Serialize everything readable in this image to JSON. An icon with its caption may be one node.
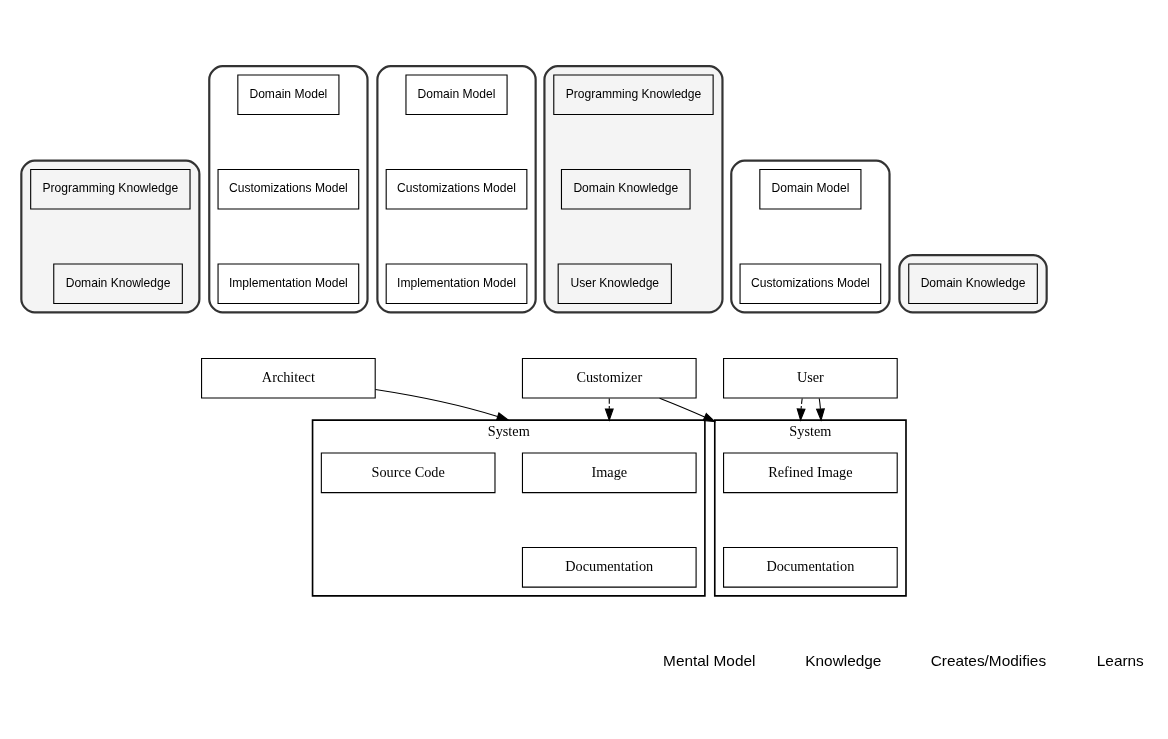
{
  "diagram": {
    "nodes": [
      {
        "text": [],
        "shape": "cloud"
      },
      {
        "text": [
          "Domain Model"
        ],
        "in": 0
      },
      {
        "text": [
          "Customizations Model"
        ],
        "in": 0
      },
      {
        "text": [
          "Implementation Model"
        ],
        "in": 0
      },
      {
        "text": [],
        "shape": "cylinder"
      },
      {
        "text": [
          "Programming Knowledge"
        ],
        "in": 4
      },
      {
        "text": [
          "Domain Knowledge"
        ],
        "in": 4
      },
      {
        "text": [
          "Architect"
        ]
      },
      {
        "text": [],
        "shape": "cloud"
      },
      {
        "text": [
          "Domain Model"
        ],
        "in": 8
      },
      {
        "text": [
          "Customizations Model"
        ],
        "in": 8
      },
      {
        "text": [
          "Implementation Model"
        ],
        "in": 8
      },
      {
        "text": [],
        "shape": "cylinder"
      },
      {
        "text": [
          "Programming Knowledge"
        ],
        "in": 12
      },
      {
        "text": [
          "Domain Knowledge"
        ],
        "in": 12
      },
      {
        "text": [
          "User Knowledge"
        ],
        "in": 12
      },
      {
        "text": [
          "Customizer"
        ]
      },
      {
        "text": [],
        "shape": "cloud"
      },
      {
        "text": [
          "Domain Model"
        ],
        "in": 17
      },
      {
        "text": [
          "Customizations Model"
        ],
        "in": 17
      },
      {
        "text": [],
        "shape": "cylinder"
      },
      {
        "text": [
          "Domain Knowledge"
        ],
        "in": 20
      },
      {
        "text": [
          "User"
        ]
      },
      {
        "text": [
          "System"
        ]
      },
      {
        "text": [
          "Image"
        ],
        "in": 23
      },
      {
        "text": [
          "Source Code"
        ],
        "in": 23
      },
      {
        "text": [
          "Documentation"
        ],
        "in": 23
      },
      {
        "text": [
          "System"
        ]
      },
      {
        "text": [
          "Refined Image"
        ],
        "in": 27
      },
      {
        "text": [
          "Documentation"
        ],
        "in": 27
      }
    ],
    "edges": [
      {
        "from": 7,
        "to": 23,
        "arrow": "to"
      },
      {
        "from": 16,
        "to": 23,
        "arrow": "to",
        "style": "dashed"
      },
      {
        "from": 16,
        "to": 27,
        "arrow": "to"
      },
      {
        "from": 22,
        "to": 27,
        "arrow": "to",
        "style": "dashed"
      },
      {
        "from": 22,
        "to": 27,
        "arrow": "to"
      }
    ],
    "legend": [
      {
        "text": "Mental Model"
      },
      {
        "text": "Knowledge"
      },
      {
        "text": "Creates/Modifies"
      },
      {
        "text": "Learns"
      }
    ]
  }
}
